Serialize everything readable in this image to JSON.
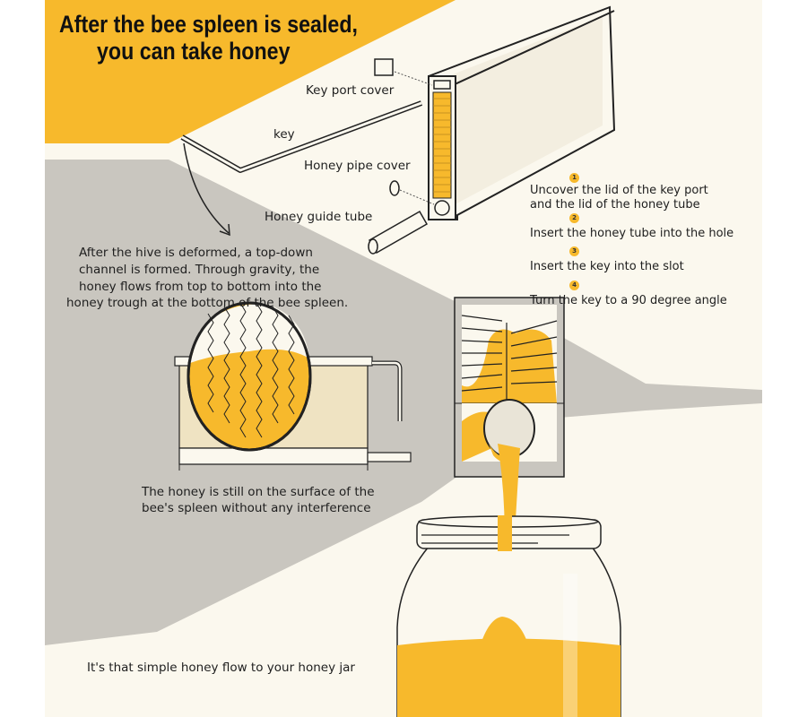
{
  "title": {
    "line1": "After the bee spleen is sealed,",
    "line2": "you can take honey"
  },
  "labels": {
    "key_port_cover": "Key port cover",
    "key": "key",
    "honey_pipe_cover": "Honey pipe cover",
    "honey_guide_tube": "Honey guide tube"
  },
  "steps": [
    {
      "num": "1",
      "lines": [
        "Uncover the lid of the key port",
        "and the lid of the honey tube"
      ]
    },
    {
      "num": "2",
      "lines": [
        "Insert the honey tube into the hole"
      ]
    },
    {
      "num": "3",
      "lines": [
        "Insert the key into the slot"
      ]
    },
    {
      "num": "4",
      "lines": [
        "Turn the key to a 90 degree angle"
      ]
    }
  ],
  "descriptions": {
    "gravity": [
      "After the hive is deformed, a top-down",
      "channel is formed. Through gravity, the",
      "honey flows from top to bottom into the",
      "honey trough at the bottom of the bee spleen."
    ],
    "surface": [
      "The honey is still on the surface of the",
      "bee's spleen without any interference"
    ],
    "jar": "It's that simple honey flow to your honey jar"
  },
  "colors": {
    "honey": "#f7b92c",
    "cream": "#fbf8ee",
    "gray": "#c9c6bf",
    "ink": "#1e1e1e"
  }
}
